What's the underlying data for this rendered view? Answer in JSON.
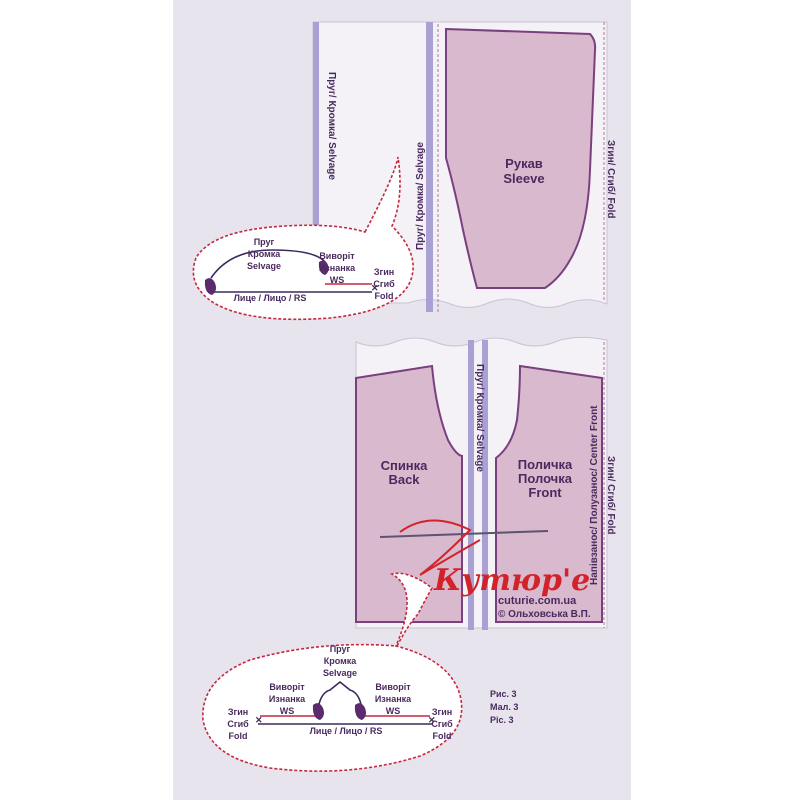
{
  "colors": {
    "background": "#e8e4ee",
    "fabric": "#f4f2f7",
    "selvage_stripe": "#a9a0d4",
    "pattern_fill": "#d9b9cd",
    "pattern_stroke": "#7a3f7e",
    "dashed_red": "#c4283f",
    "text": "#4a2a5e",
    "logo_red": "#d2232a"
  },
  "top_layout": {
    "selvage_left": "Пруг/ Кромка/ Selvage",
    "selvage_right": "Пруг/ Кромка/ Selvage",
    "fold": "Згин/ Сгиб/ Fold",
    "sleeve_line1": "Рукав",
    "sleeve_line2": "Sleeve"
  },
  "bottom_layout": {
    "selvage_center": "Пруг/ Кромка/ Selvage",
    "fold": "Згин/ Сгиб/ Fold",
    "center_front": "Напівзанос/ Полузанос/ Center Front",
    "back_line1": "Спинка",
    "back_line2": "Back",
    "front_line1": "Поличка",
    "front_line2": "Полочка",
    "front_line3": "Front"
  },
  "callout_top": {
    "selvage_1": "Пруг",
    "selvage_2": "Кромка",
    "selvage_3": "Selvage",
    "ws_1": "Виворіт",
    "ws_2": "Изнанка",
    "ws_3": "WS",
    "fold_1": "Згин",
    "fold_2": "Сгиб",
    "fold_3": "Fold",
    "rs": "Лице / Лицо / RS"
  },
  "callout_bottom": {
    "selvage_1": "Пруг",
    "selvage_2": "Кромка",
    "selvage_3": "Selvage",
    "ws_left_1": "Виворіт",
    "ws_left_2": "Изнанка",
    "ws_left_3": "WS",
    "ws_right_1": "Виворіт",
    "ws_right_2": "Изнанка",
    "ws_right_3": "WS",
    "fold_left_1": "Згин",
    "fold_left_2": "Сгиб",
    "fold_left_3": "Fold",
    "fold_right_1": "Згин",
    "fold_right_2": "Сгиб",
    "fold_right_3": "Fold",
    "rs": "Лице / Лицо / RS"
  },
  "figure_caption": {
    "line1": "Рис. 3",
    "line2": "Мал. 3",
    "line3": "Pic. 3"
  },
  "logo": {
    "mark": "Кутюр'е",
    "site": "cuturie.com.ua",
    "copyright": "© Ольховська В.П."
  }
}
